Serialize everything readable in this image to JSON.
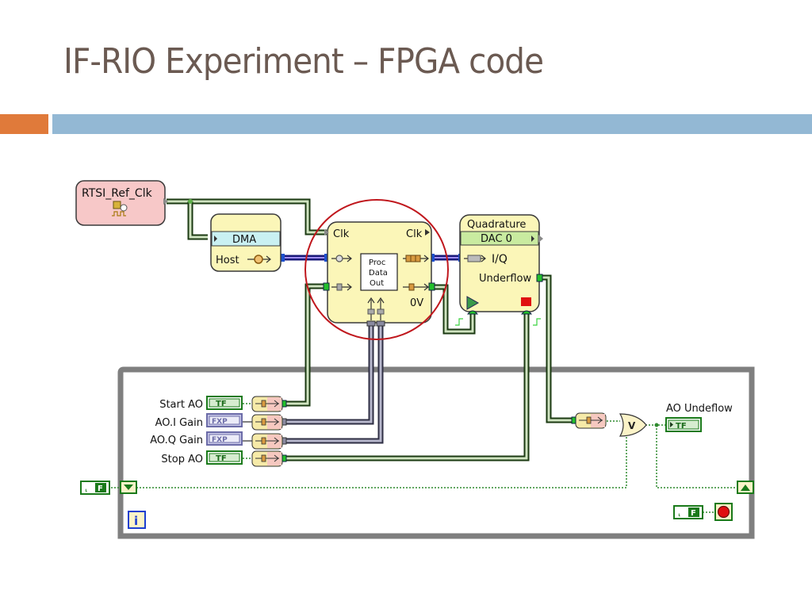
{
  "slide": {
    "title": "IF-RIO Experiment – FPGA code",
    "accent_colors": {
      "orange": "#e07a3a",
      "blue": "#93b8d4",
      "title_text": "#6b5a52"
    }
  },
  "diagram": {
    "nodes": {
      "clock": {
        "label": "RTSI_Ref_Clk",
        "icon": "clock-chip-icon"
      },
      "dma": {
        "header": "DMA",
        "port": "Host"
      },
      "proc": {
        "clk_in": "Clk",
        "clk_out": "Clk",
        "center": [
          "Proc",
          "Data",
          "Out"
        ],
        "out_label": "0V"
      },
      "quadrature": {
        "title": "Quadrature",
        "channel": "DAC 0",
        "in_port": "I/Q",
        "out_port": "Underflow"
      },
      "controls": [
        {
          "label": "Start AO",
          "type": "TF"
        },
        {
          "label": "AO.I Gain",
          "type": "FXP"
        },
        {
          "label": "AO.Q Gain",
          "type": "FXP"
        },
        {
          "label": "Stop AO",
          "type": "TF"
        }
      ],
      "indicator": {
        "label": "AO Undeflow",
        "type": "TF"
      },
      "or_gate": {
        "symbol": "V"
      },
      "loop_constant_left": {
        "value": "F"
      },
      "loop_constant_right": {
        "value": "F"
      },
      "iteration": {
        "symbol": "i"
      }
    },
    "highlight": {
      "color": "#c0171d",
      "target": "proc"
    }
  }
}
